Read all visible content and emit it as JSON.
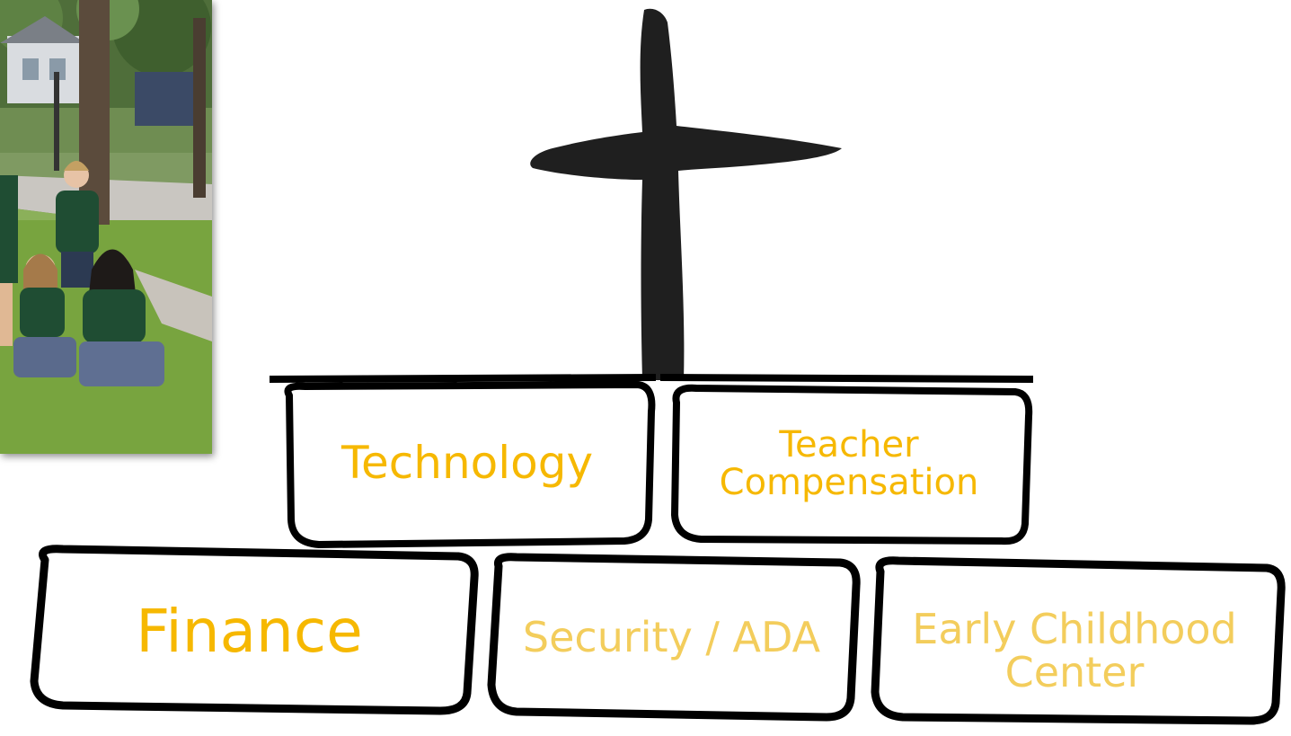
{
  "photo": {
    "alt": ""
  },
  "colors": {
    "label_gold": "#f6b800",
    "label_pale_gold": "#f3cd5c",
    "outline": "#000000",
    "cross": "#1f1f1f"
  },
  "blocks": {
    "technology": "Technology",
    "teacher_compensation": {
      "line1": "Teacher",
      "line2": "Compensation"
    },
    "finance": "Finance",
    "security_ada": "Security / ADA",
    "early_childhood": {
      "line1": "Early Childhood",
      "line2": "Center"
    }
  }
}
